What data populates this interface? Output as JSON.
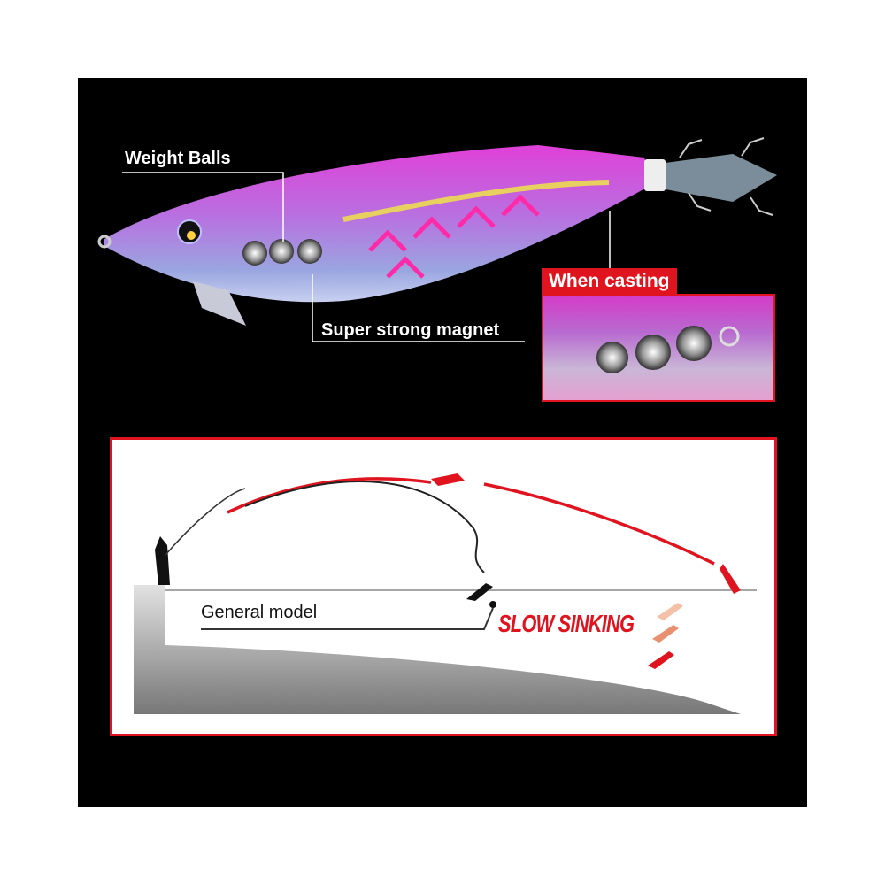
{
  "callouts": {
    "weight_balls": "Weight Balls",
    "magnet": "Super strong magnet",
    "when_casting": "When casting"
  },
  "diagram": {
    "general_model": "General model",
    "slow_sinking": "SLOW SINKING"
  },
  "colors": {
    "accent": "#e0141e",
    "lure_pink": "#d43cc8",
    "background": "#000000"
  }
}
